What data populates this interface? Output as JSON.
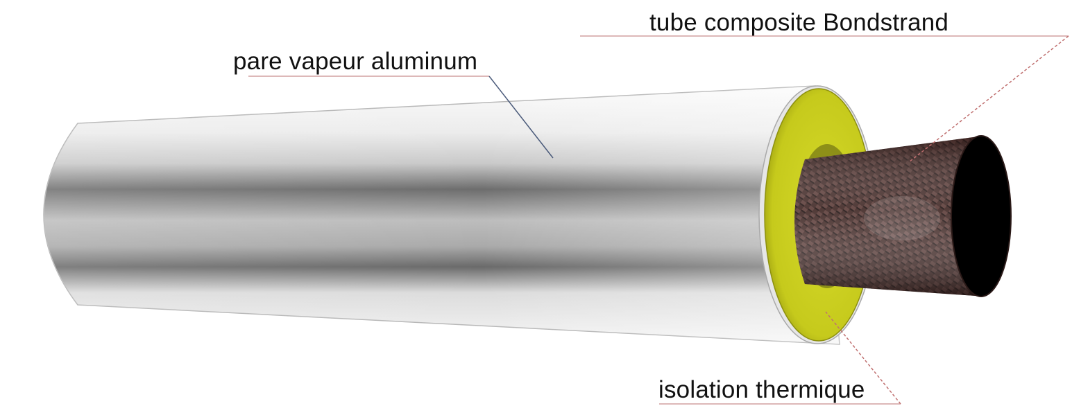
{
  "labels": {
    "vapor_barrier": "pare vapeur aluminum",
    "composite_tube": "tube composite Bondstrand",
    "insulation": "isolation thermique"
  },
  "colors": {
    "background": "#ffffff",
    "jacket_light": "#f4f4f4",
    "jacket_dark": "#7a7a7a",
    "insulation_yellow": "#cdd21e",
    "insulation_dark": "#9ea012",
    "composite_brown": "#3b2321",
    "bore_black": "#000000",
    "leader_red": "#c98a8a",
    "leader_blue": "#4a5a7a"
  }
}
